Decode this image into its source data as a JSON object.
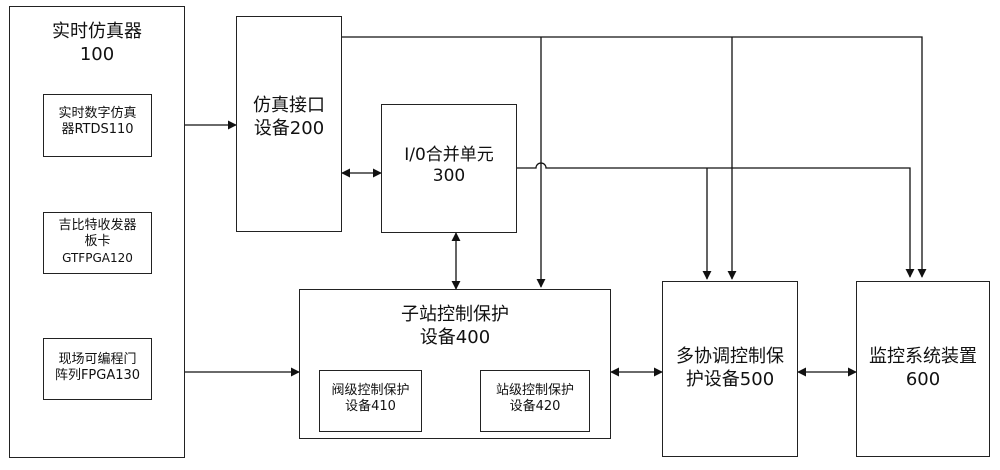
{
  "diagram": {
    "simulator": {
      "title": "实时仿真器",
      "number": "100"
    },
    "rtds": {
      "line1": "实时数字仿真",
      "line2": "器RTDS110"
    },
    "gtfpga": {
      "line1": "吉比特收发器",
      "line2": "板卡",
      "line3": "GTFPGA120"
    },
    "fpga": {
      "line1": "现场可编程门",
      "line2": "阵列FPGA130"
    },
    "interface": {
      "line1": "仿真接口",
      "line2": "设备200"
    },
    "io_merge": {
      "line1": "I/0合并单元",
      "line2": "300"
    },
    "substation": {
      "line1": "子站控制保护",
      "line2": "设备400"
    },
    "valve": {
      "line1": "阀级控制保护",
      "line2": "设备410"
    },
    "station": {
      "line1": "站级控制保护",
      "line2": "设备420"
    },
    "coord": {
      "line1": "多协调控制保",
      "line2": "护设备500"
    },
    "monitor": {
      "line1": "监控系统装置",
      "line2": "600"
    }
  }
}
